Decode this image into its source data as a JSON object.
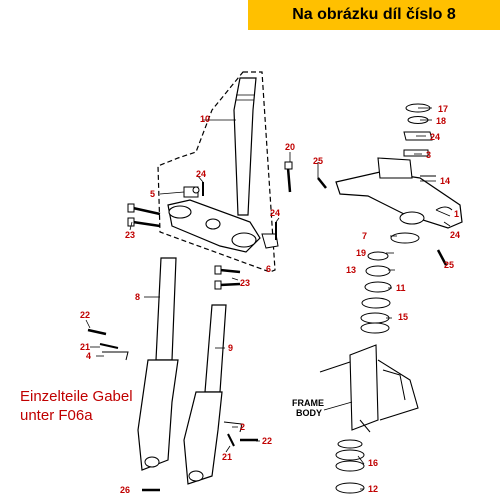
{
  "banner": {
    "text": "Na obrázku díl číslo 8"
  },
  "note": {
    "line1": "Einzelteile Gabel",
    "line2": "unter F06a"
  },
  "frame_body": {
    "line1": "FRAME",
    "line2": "BODY"
  },
  "colors": {
    "banner_bg": "#ffc000",
    "callout_red": "#c00000",
    "line": "#000000"
  },
  "callouts": [
    "1",
    "2",
    "3",
    "4",
    "5",
    "6",
    "7",
    "8",
    "9",
    "10",
    "11",
    "12",
    "13",
    "14",
    "15",
    "16",
    "17",
    "18",
    "19",
    "20",
    "21",
    "22",
    "23",
    "24",
    "25",
    "26"
  ]
}
